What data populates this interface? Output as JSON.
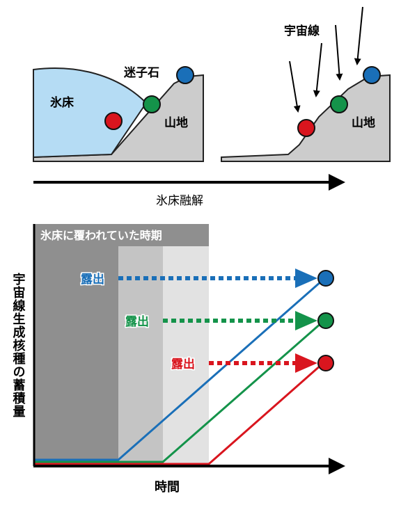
{
  "top": {
    "ice_sheet_label": "氷床",
    "erratic_label": "迷子石",
    "mountain_label_left": "山地",
    "mountain_label_right": "山地",
    "cosmic_ray_label": "宇宙線",
    "melt_label": "氷床融解"
  },
  "graph": {
    "covered_period_label": "氷床に覆われていた時期",
    "y_axis_label": "宇宙線生成核種の蓄積量",
    "x_axis_label": "時間",
    "exposures": [
      {
        "label": "露出",
        "color": "#1a6fb8"
      },
      {
        "label": "露出",
        "color": "#14934a"
      },
      {
        "label": "露出",
        "color": "#d9151e"
      }
    ]
  },
  "colors": {
    "blue": "#1a6fb8",
    "green": "#14934a",
    "red": "#d9151e",
    "ice": "#b5dcf4",
    "rock": "#cccccc",
    "shade_dark": "#8f8f8f",
    "shade_mid": "#c4c4c4",
    "shade_light": "#e2e2e2"
  }
}
